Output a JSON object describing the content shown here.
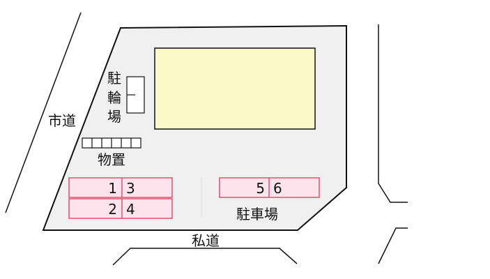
{
  "labels": {
    "city_road": "市道",
    "private_road": "私道",
    "bicycle_parking": [
      "駐",
      "輪",
      "場"
    ],
    "storage": "物置",
    "parking_lot": "駐車場"
  },
  "parking_spaces": [
    {
      "left": "1",
      "right": "3"
    },
    {
      "left": "2",
      "right": "4"
    },
    {
      "left": "5",
      "right": "6"
    }
  ],
  "colors": {
    "lot_fill": "#f0f0f0",
    "building_fill": "#fafac8",
    "parking_fill": "#fde4ec",
    "parking_stroke": "#e0506e",
    "line": "#111111"
  }
}
